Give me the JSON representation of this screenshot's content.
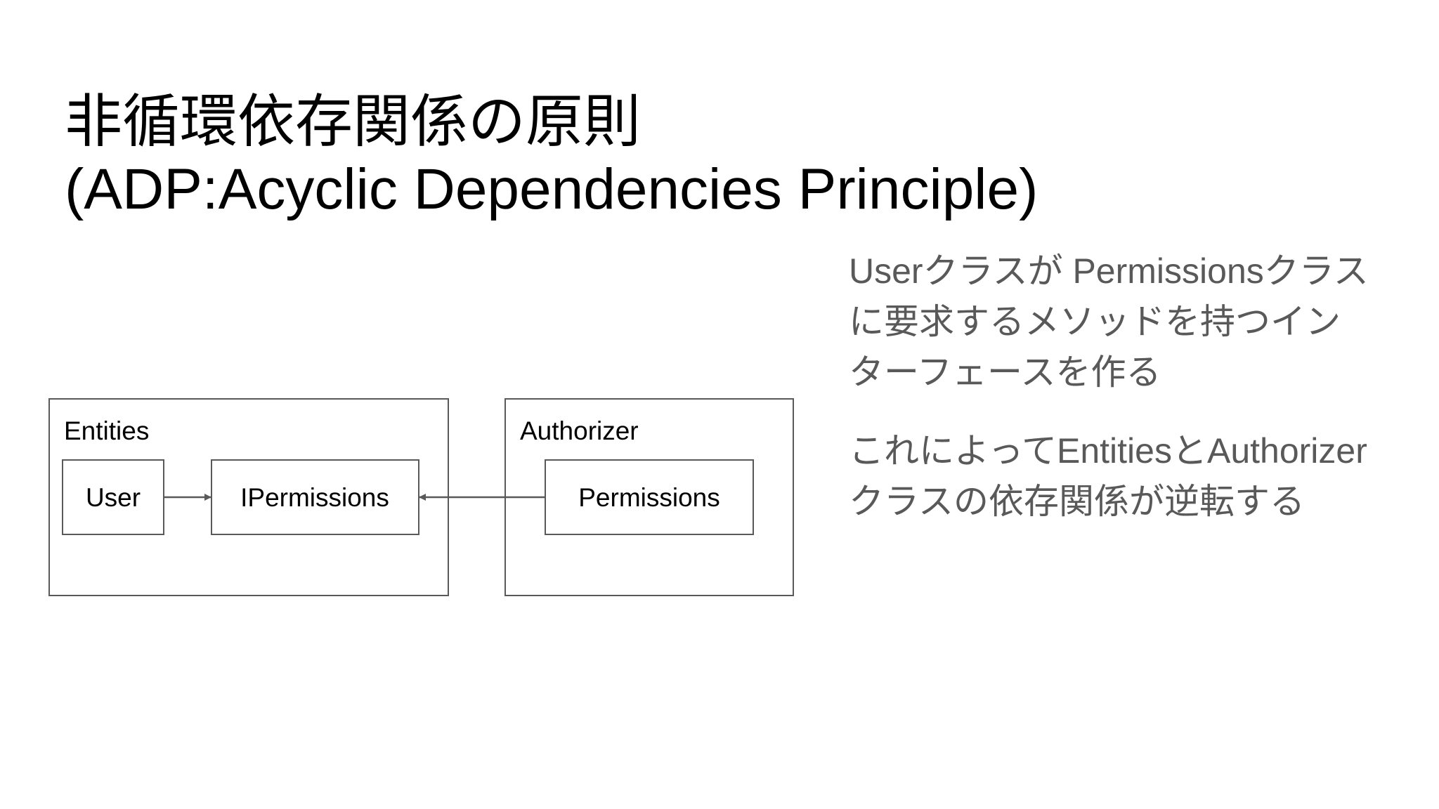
{
  "slide": {
    "title_line1": "非循環依存関係の原則",
    "title_line2": "(ADP:Acyclic Dependencies Principle)"
  },
  "diagram": {
    "packages": [
      {
        "label": "Entities",
        "classes": [
          "User",
          "IPermissions"
        ]
      },
      {
        "label": "Authorizer",
        "classes": [
          "Permissions"
        ]
      }
    ],
    "dependencies": [
      {
        "from": "User",
        "to": "IPermissions"
      },
      {
        "from": "Permissions",
        "to": "IPermissions"
      }
    ]
  },
  "notes": {
    "paragraph1": [
      "Userクラスが Permissionsクラス",
      "に要求するメソッドを持つイン",
      "ターフェースを作る"
    ],
    "paragraph2": [
      "これによってEntitiesとAuthorizer",
      "クラスの依存関係が逆転する"
    ]
  },
  "colors": {
    "box_stroke": "#595959",
    "arrow": "#595959",
    "notes_text": "#595959",
    "title_text": "#000000"
  }
}
